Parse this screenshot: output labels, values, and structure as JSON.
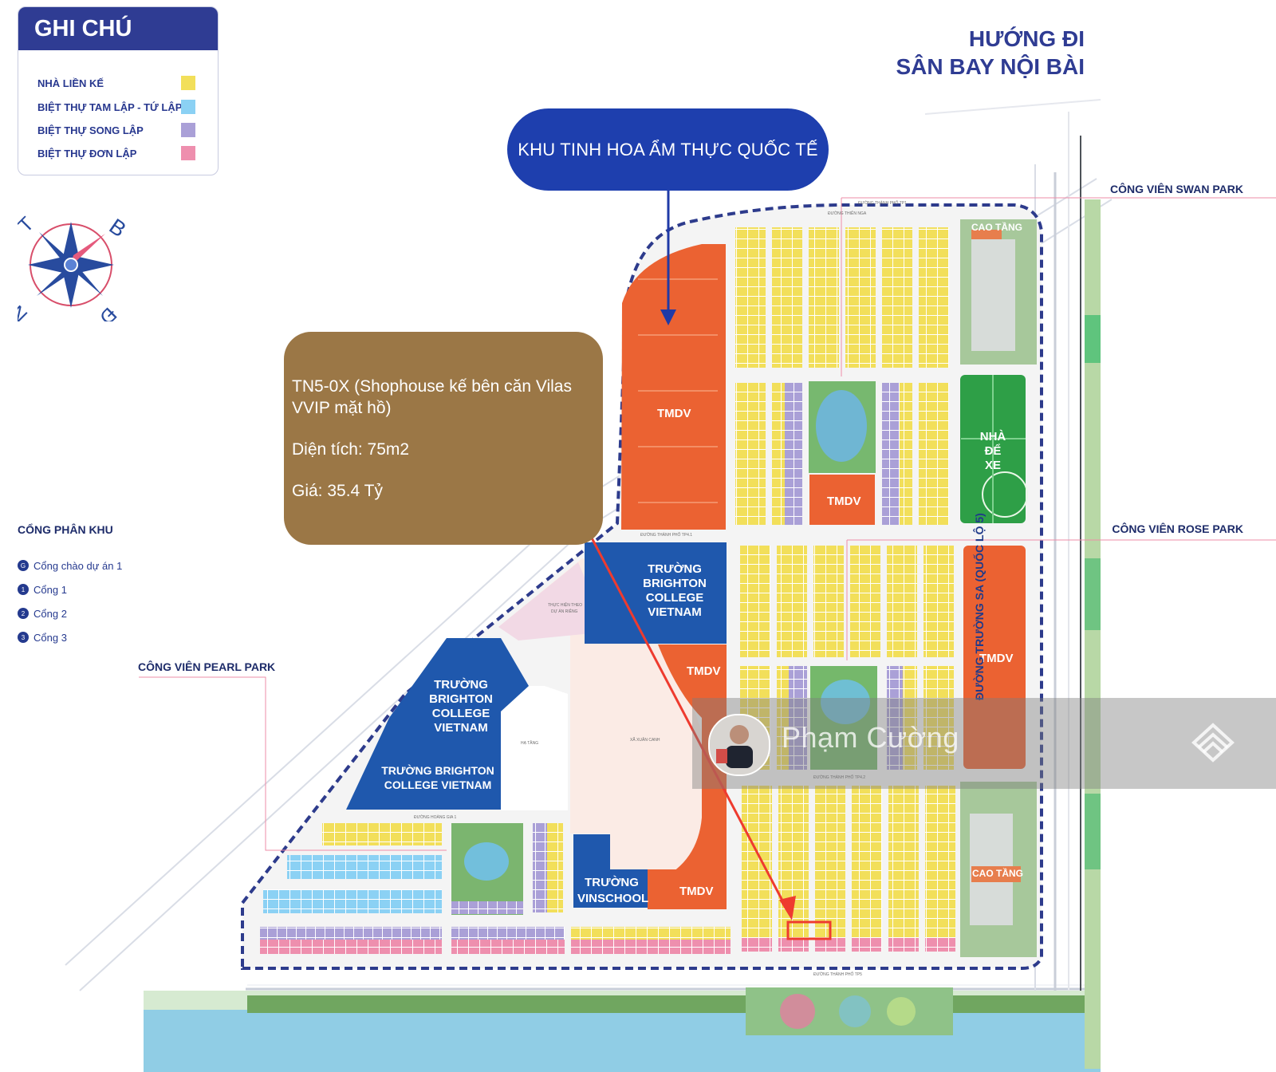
{
  "legend": {
    "title": "GHI CHÚ",
    "items": [
      {
        "label": "NHÀ LIỀN KẾ",
        "color": "#f2df5a"
      },
      {
        "label": "BIỆT THỰ TAM LẬP - TỨ LẬP",
        "color": "#8bd1f4"
      },
      {
        "label": "BIỆT THỰ SONG LẬP",
        "color": "#aaa0d7"
      },
      {
        "label": "BIỆT THỰ ĐƠN LẬP",
        "color": "#ee8fae"
      }
    ]
  },
  "destination": {
    "line1": "HƯỚNG ĐI",
    "line2": "SÂN BAY NỘI BÀI"
  },
  "compass": {
    "labels": {
      "north": "B",
      "south": "N",
      "west": "T",
      "east": "Đ"
    }
  },
  "callouts": {
    "blue": "KHU TINH HOA ẨM THỰC QUỐC TẾ",
    "brown": {
      "line1": "TN5-0X (Shophouse kế bên căn Vilas VVIP mặt hồ)",
      "line2": "Diện tích: 75m2",
      "line3": "Giá: 35.4 Tỷ"
    }
  },
  "gates": {
    "title": "CỔNG PHÂN KHU",
    "items": [
      {
        "code": "G",
        "label": "Cổng chào dự án 1"
      },
      {
        "code": "1",
        "label": "Cổng 1"
      },
      {
        "code": "2",
        "label": "Cổng 2"
      },
      {
        "code": "3",
        "label": "Cổng 3"
      }
    ]
  },
  "parks": {
    "swan": "CÔNG VIÊN SWAN PARK",
    "rose": "CÔNG VIÊN ROSE PARK",
    "pearl": "CÔNG VIÊN PEARL PARK"
  },
  "blocks": {
    "tmdv": "TMDV",
    "brighton_line1": "TRƯỜNG",
    "brighton_line2": "BRIGHTON",
    "brighton_line3": "COLLEGE",
    "brighton_line4": "VIETNAM",
    "brighton_compact_line1": "TRƯỜNG BRIGHTON",
    "brighton_compact_line2": "COLLEGE VIETNAM",
    "vinschool_line1": "TRƯỜNG",
    "vinschool_line2": "VINSCHOOL",
    "cao_tang": "CAO TẦNG",
    "parking_line1": "NHÀ",
    "parking_line2": "ĐỂ",
    "parking_line3": "XE"
  },
  "road": {
    "main": "ĐƯỜNG TRƯỜNG SA (QUỐC LỘ 5)"
  },
  "small_notes": {
    "top_road": "ĐƯỜNG THÀNH PHỐ TP1",
    "thien_nga": "ĐƯỜNG THIÊN NGA",
    "tp41": "ĐƯỜNG THÀNH PHỐ TP4.1",
    "tp42": "ĐƯỜNG THÀNH PHỐ TP4.2",
    "tp5": "ĐƯỜNG THÀNH PHỐ TP5",
    "project_note_1": "THỰC HIỆN THEO",
    "project_note_2": "DỰ ÁN RIÊNG",
    "ha_tang": "HẠ TẦNG",
    "xa_xuan_canh": "XÃ XUÂN CANH",
    "hoang_gia": "ĐƯỜNG HOÀNG GIA 1"
  },
  "watermark": {
    "name": "Phạm Cường"
  },
  "colors": {
    "navy": "#2f3c93",
    "blue": "#1e3fae",
    "orange": "#eb6232",
    "yellow": "#f2df5a",
    "green": "#2e9f47",
    "pink": "#ee8fae",
    "violet": "#aaa0d7",
    "light_blue": "#8bd1f4",
    "water": "#8ed2ea",
    "red_line": "#ee3b2f"
  }
}
